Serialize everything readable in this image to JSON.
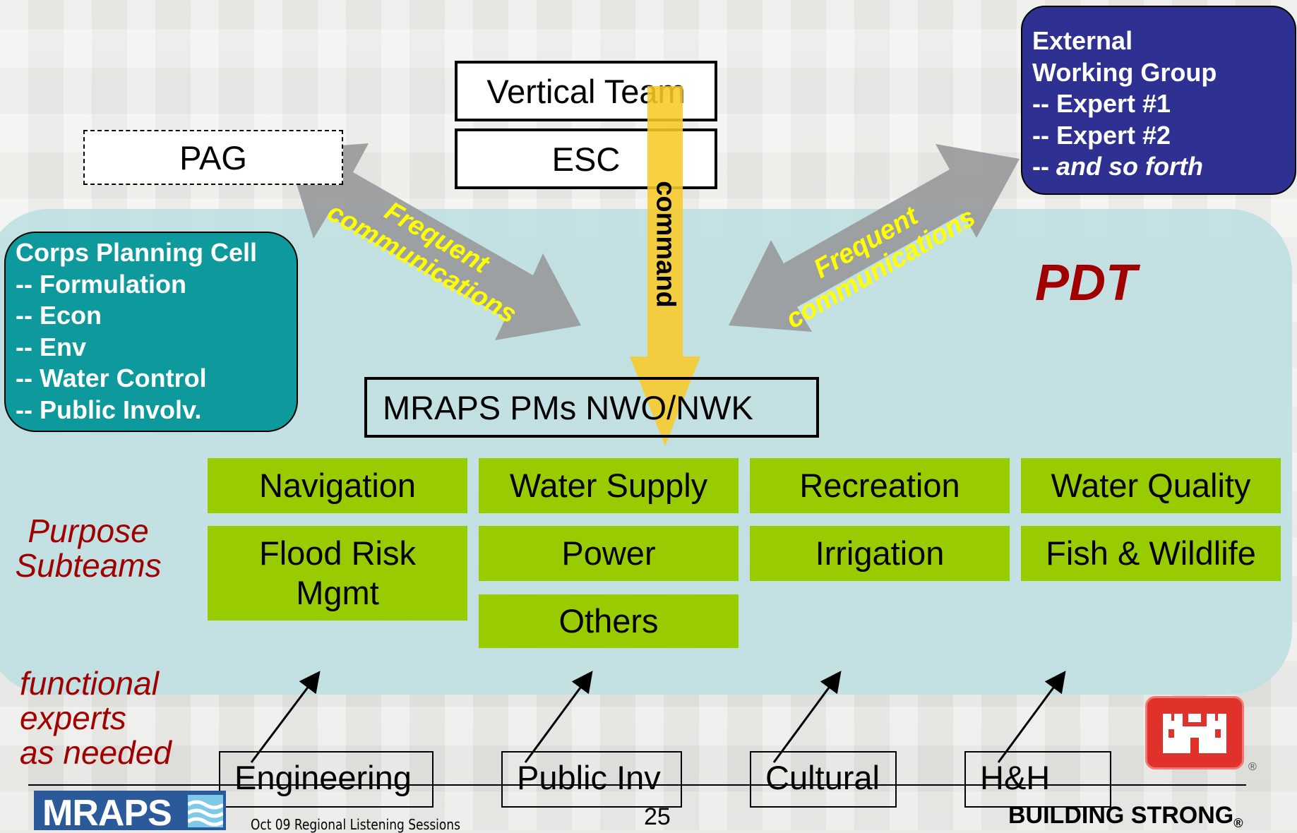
{
  "top": {
    "vertical_team": "Vertical Team",
    "esc": "ESC",
    "pag": "PAG"
  },
  "external_group": {
    "lines": [
      "External",
      "Working Group",
      "-- Expert #1",
      "-- Expert #2"
    ],
    "last_prefix": "-- ",
    "last_italic": "and so forth"
  },
  "planning_cell": {
    "lines": [
      "Corps Planning Cell",
      "-- Formulation",
      "-- Econ",
      "-- Env",
      "-- Water Control",
      "-- Public Involv."
    ]
  },
  "arrows": {
    "left_comm": [
      "Frequent",
      "communications"
    ],
    "right_comm": [
      "Frequent",
      "communications"
    ],
    "command": "command"
  },
  "pdt_label": "PDT",
  "pms_box": "MRAPS PMs NWO/NWK",
  "purpose_label": [
    "Purpose",
    "Subteams"
  ],
  "subteams": {
    "navigation": "Navigation",
    "water_supply": "Water Supply",
    "recreation": "Recreation",
    "water_quality": "Water Quality",
    "flood_risk": [
      "Flood Risk",
      "Mgmt"
    ],
    "power": "Power",
    "irrigation": "Irrigation",
    "fish_wildlife": "Fish & Wildlife",
    "others": "Others"
  },
  "functional_label": [
    "functional",
    "experts",
    "as needed"
  ],
  "experts": {
    "engineering": "Engineering",
    "public_inv": "Public Inv",
    "cultural": "Cultural",
    "hh": "H&H"
  },
  "footer": {
    "logo_text": "MRAPS",
    "session": "Oct 09 Regional Listening Sessions",
    "page_number": "25",
    "building_strong": "BUILDING STRONG",
    "registered": "®"
  },
  "colors": {
    "subteam_green": "#99cc00",
    "planning_teal": "#0e9a9c",
    "external_navy": "#2e3192",
    "command_yellow": "#f7c928",
    "comm_text_yellow": "#ffff00",
    "accent_red": "#a00000",
    "castle_red": "#e0312a"
  }
}
